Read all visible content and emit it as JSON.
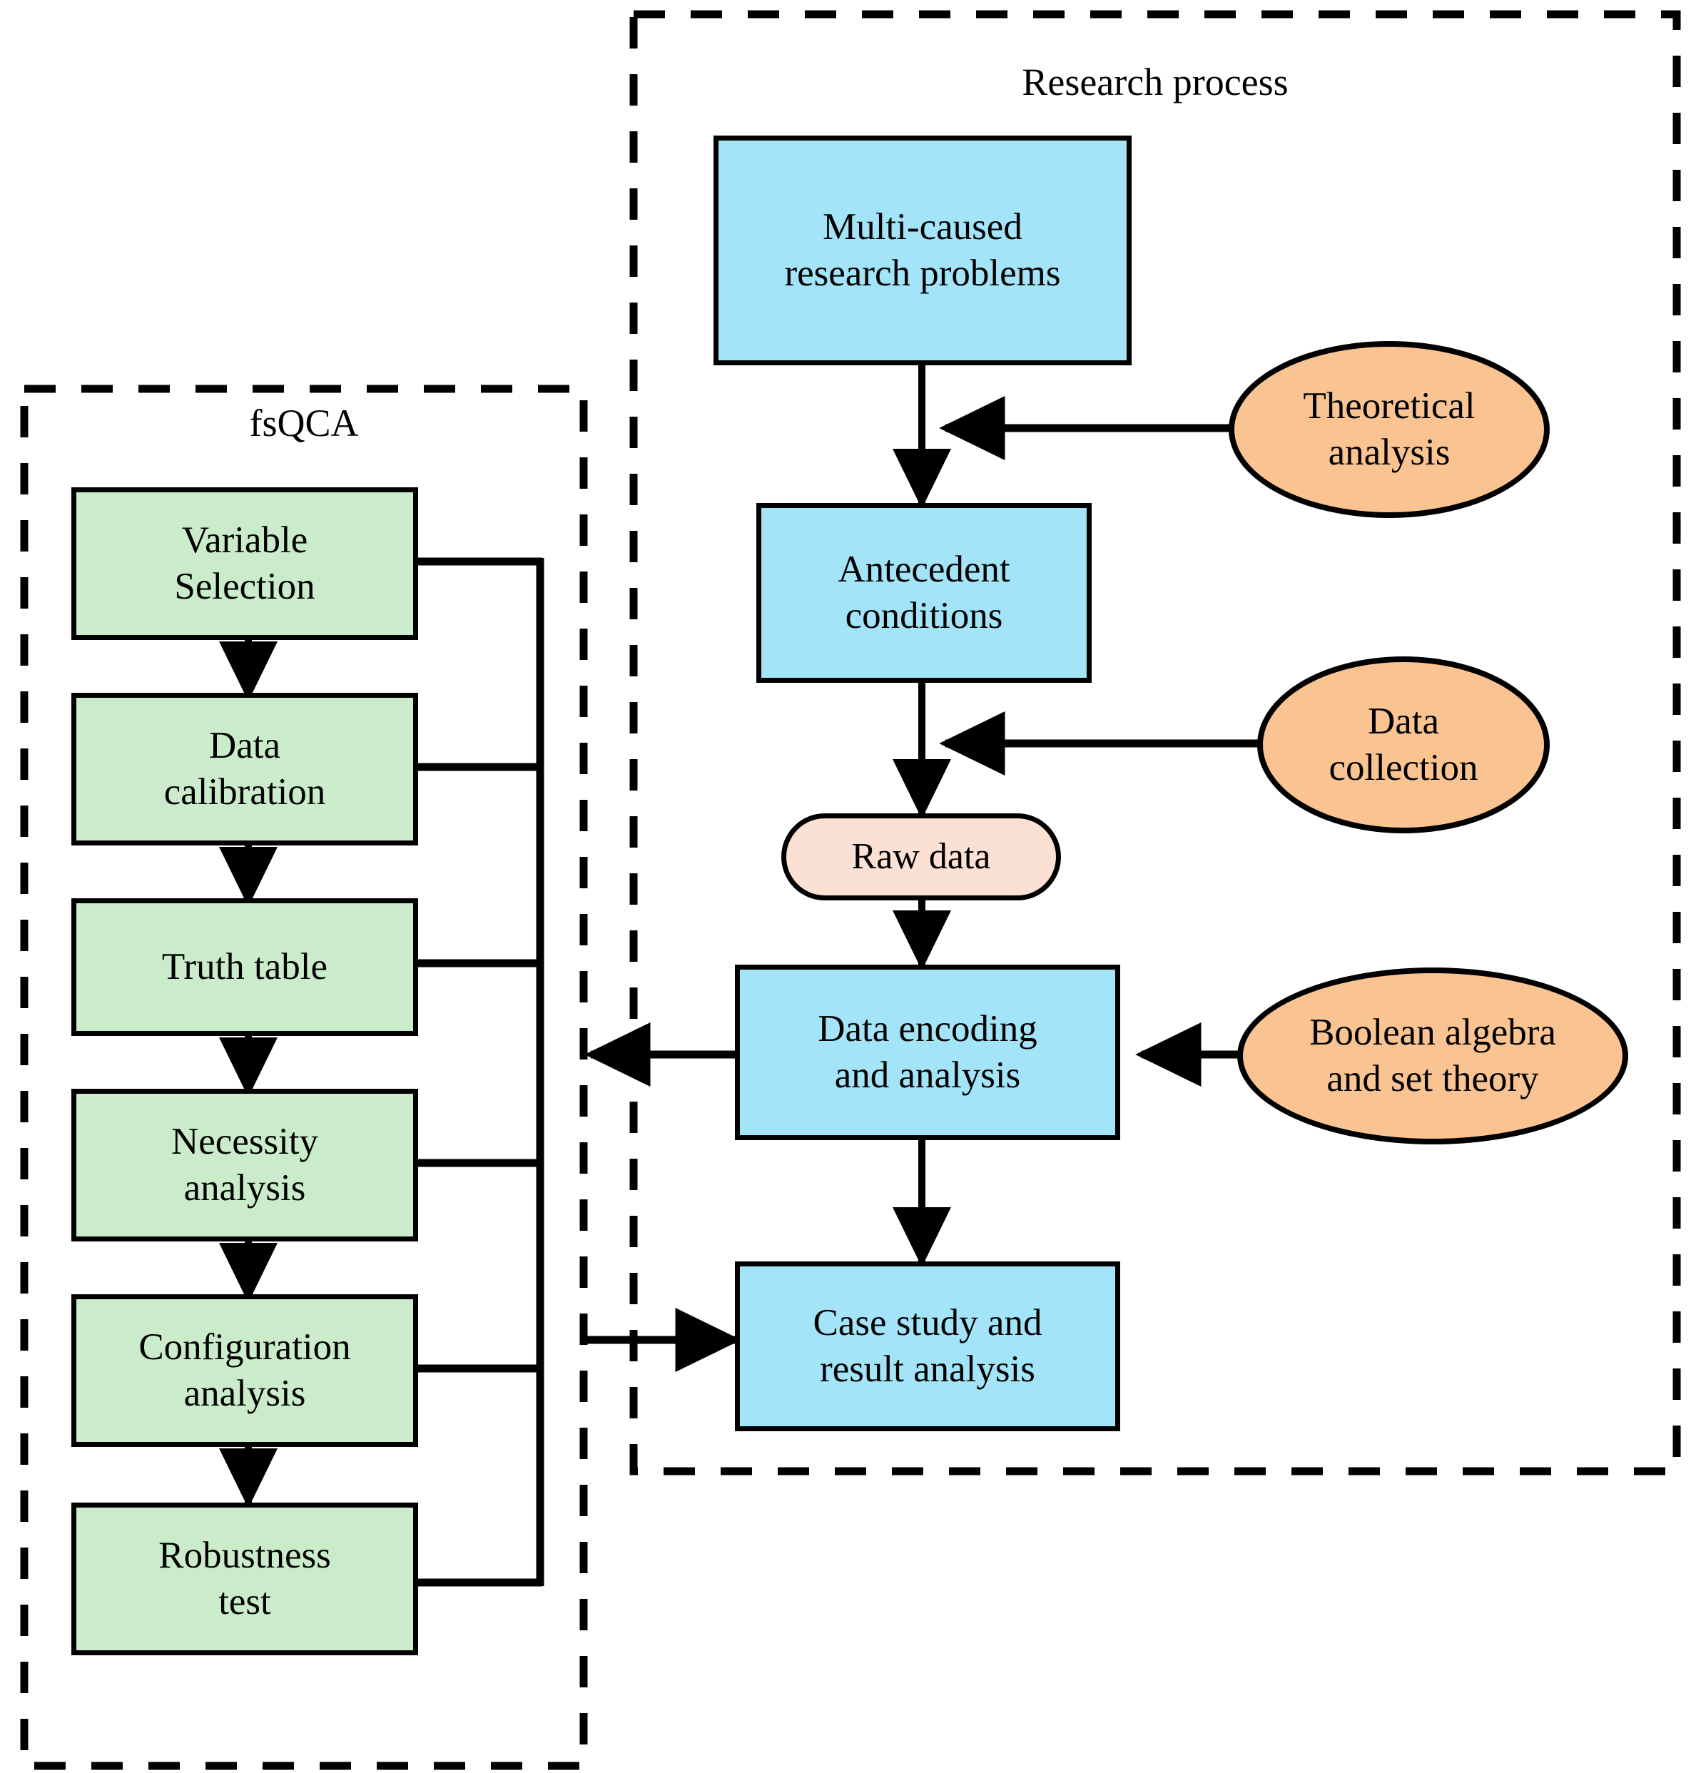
{
  "diagram": {
    "type": "flowchart",
    "groups": [
      {
        "id": "fsqca",
        "label": "fsQCA"
      },
      {
        "id": "research",
        "label": "Research process"
      }
    ],
    "colors": {
      "process_box_fill": "#A3E4F8",
      "method_box_fill": "#CBECCB",
      "support_ellipse_fill": "#FAC392",
      "data_store_fill": "#FBE0D4",
      "stroke": "#000000",
      "background": "#FFFFFF"
    },
    "fsqca_steps": [
      {
        "id": "variable-selection",
        "line1": "Variable",
        "line2": "Selection"
      },
      {
        "id": "data-calibration",
        "line1": "Data",
        "line2": "calibration"
      },
      {
        "id": "truth-table",
        "line1": "Truth table",
        "line2": ""
      },
      {
        "id": "necessity-analysis",
        "line1": "Necessity",
        "line2": "analysis"
      },
      {
        "id": "configuration-analysis",
        "line1": "Configuration",
        "line2": "analysis"
      },
      {
        "id": "robustness-test",
        "line1": "Robustness",
        "line2": "test"
      }
    ],
    "research_steps": [
      {
        "id": "multi-caused-research-problems",
        "line1": "Multi-caused",
        "line2": "research problems"
      },
      {
        "id": "antecedent-conditions",
        "line1": "Antecedent",
        "line2": "conditions"
      },
      {
        "id": "raw-data",
        "line1": "Raw data",
        "line2": ""
      },
      {
        "id": "data-encoding-and-analysis",
        "line1": "Data encoding",
        "line2": "and analysis"
      },
      {
        "id": "case-study-and-result-analysis",
        "line1": "Case study and",
        "line2": "result analysis"
      }
    ],
    "support_nodes": [
      {
        "id": "theoretical-analysis",
        "line1": "Theoretical",
        "line2": "analysis"
      },
      {
        "id": "data-collection",
        "line1": "Data",
        "line2": "collection"
      },
      {
        "id": "boolean-algebra-set-theory",
        "line1": "Boolean algebra",
        "line2": "and set theory"
      }
    ],
    "edges": [
      {
        "from": "multi-caused-research-problems",
        "to": "antecedent-conditions"
      },
      {
        "from": "antecedent-conditions",
        "to": "raw-data"
      },
      {
        "from": "raw-data",
        "to": "data-encoding-and-analysis"
      },
      {
        "from": "data-encoding-and-analysis",
        "to": "case-study-and-result-analysis"
      },
      {
        "from": "theoretical-analysis",
        "to": "multi-caused-research-problems"
      },
      {
        "from": "data-collection",
        "to": "antecedent-conditions"
      },
      {
        "from": "boolean-algebra-set-theory",
        "to": "data-encoding-and-analysis"
      },
      {
        "from": "data-encoding-and-analysis",
        "to": "fsqca"
      },
      {
        "from": "fsqca",
        "to": "case-study-and-result-analysis"
      },
      {
        "from": "variable-selection",
        "to": "data-calibration"
      },
      {
        "from": "data-calibration",
        "to": "truth-table"
      },
      {
        "from": "truth-table",
        "to": "necessity-analysis"
      },
      {
        "from": "necessity-analysis",
        "to": "configuration-analysis"
      },
      {
        "from": "configuration-analysis",
        "to": "robustness-test"
      }
    ]
  }
}
